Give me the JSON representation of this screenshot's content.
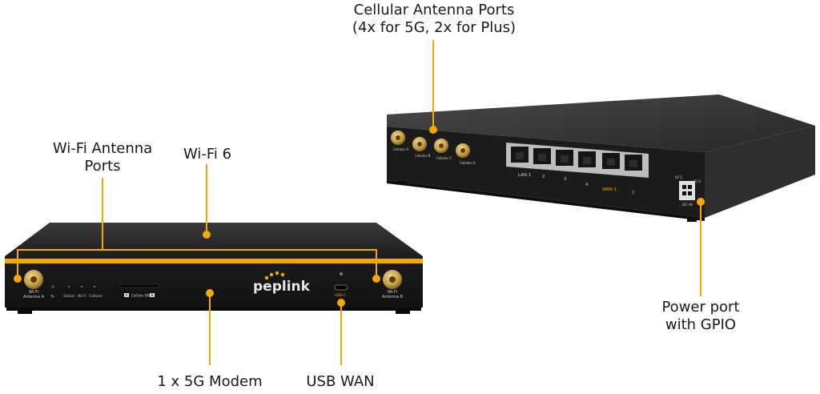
{
  "callouts": {
    "cellular_ports_line1": "Cellular Antenna Ports",
    "cellular_ports_line2": "(4x for 5G, 2x for Plus)",
    "wifi_antenna_line1": "Wi-Fi Antenna",
    "wifi_antenna_line2": "Ports",
    "wifi6": "Wi-Fi 6",
    "power_line1": "Power port",
    "power_line2": "with GPIO",
    "modem": "1 x 5G Modem",
    "usb_wan": "USB WAN"
  },
  "front_panel": {
    "brand": "peplink",
    "wifi_a_line1": "Wi-Fi",
    "wifi_a_line2": "Antenna A",
    "wifi_b_line1": "Wi-Fi",
    "wifi_b_line2": "Antenna B",
    "led_status": "Status",
    "led_wifi": "Wi-Fi",
    "led_cellular": "Cellular",
    "sim_left": "A",
    "sim_label": "Cellular SIM",
    "sim_right": "B",
    "usb_label": "USB-C"
  },
  "rear_panel": {
    "cell_a": "Cellular A",
    "cell_b": "Cellular B",
    "cell_c": "Cellular C",
    "cell_d": "Cellular D",
    "lan_1": "LAN 1",
    "lan_2": "2",
    "lan_3": "3",
    "lan_4": "4",
    "wan_1": "WAN 1",
    "wan_2": "2",
    "io1": "IO 1",
    "io2": "IO 2",
    "dc_in": "DC IN"
  },
  "colors": {
    "accent": "#f5a800",
    "device_body": "#2a2a2a",
    "connector_gold": "#c9a14a"
  }
}
